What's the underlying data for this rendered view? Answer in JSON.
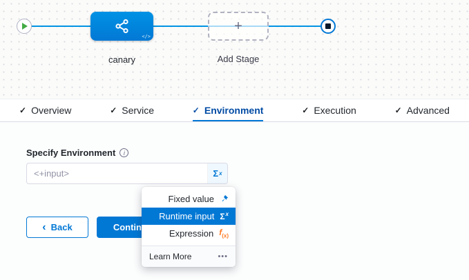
{
  "pipeline": {
    "stage_label": "canary",
    "add_stage_label": "Add Stage",
    "code_badge": "</>"
  },
  "tabs": [
    {
      "label": "Overview",
      "state": "completed"
    },
    {
      "label": "Service",
      "state": "completed"
    },
    {
      "label": "Environment",
      "state": "active"
    },
    {
      "label": "Execution",
      "state": "completed"
    },
    {
      "label": "Advanced",
      "state": "completed"
    }
  ],
  "form": {
    "field_label": "Specify Environment",
    "input_value": "<+input>",
    "back_label": "Back",
    "continue_label": "Continue"
  },
  "dropdown": {
    "items": [
      {
        "label": "Fixed value",
        "icon": "pin-icon"
      },
      {
        "label": "Runtime input",
        "icon": "sigma-icon",
        "selected": true
      },
      {
        "label": "Expression",
        "icon": "expression-icon"
      }
    ],
    "learn_more": "Learn More",
    "ellipsis": "•••"
  },
  "icons": {
    "check": "✓",
    "plus": "+",
    "info": "i",
    "sigma": "Σ",
    "sigma_sup": "x",
    "expression_fn": "f",
    "expression_args": "(x)",
    "back_chevron": "‹"
  },
  "colors": {
    "accent_blue": "#0278d5",
    "node_blue": "#0092e4",
    "play_green": "#42ab45",
    "expression_orange": "#ff7b26",
    "selected_row_bg": "#0278d5"
  }
}
